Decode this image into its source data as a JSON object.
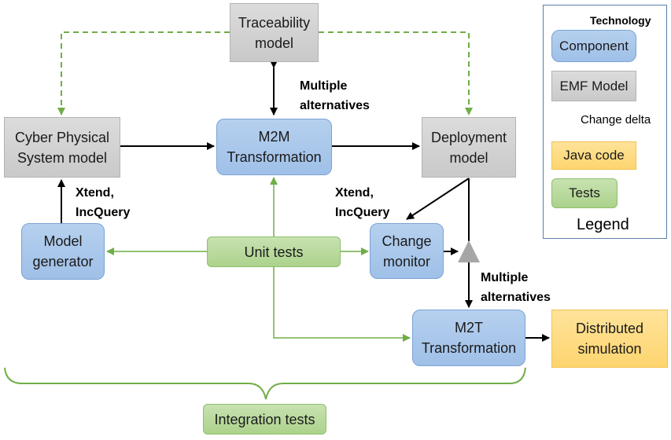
{
  "nodes": {
    "traceability": "Traceability\nmodel",
    "cps": "Cyber Physical\nSystem model",
    "m2m": "M2M\nTransformation",
    "deployment": "Deployment\nmodel",
    "model_generator": "Model\ngenerator",
    "unit_tests": "Unit tests",
    "change_monitor": "Change\nmonitor",
    "m2t": "M2T\nTransformation",
    "distributed_sim": "Distributed\nsimulation",
    "integration_tests": "Integration tests"
  },
  "labels": {
    "multiple_top": "Multiple\nalternatives",
    "xtend_left": "Xtend,\nIncQuery",
    "xtend_right": "Xtend,\nIncQuery",
    "multiple_bottom": "Multiple\nalternatives"
  },
  "legend": {
    "title": "Technology",
    "component": "Component",
    "emf_model": "EMF Model",
    "change_delta": "Change delta",
    "java_code": "Java code",
    "tests": "Tests",
    "caption": "Legend"
  },
  "colors": {
    "component": "#a9c8ec",
    "emf_model": "#d0d0d0",
    "java_code": "#fed97f",
    "tests": "#b8d99d",
    "green_line": "#70ad47",
    "legend_border": "#5b7fa8",
    "change_delta": "#a6a6a6"
  }
}
